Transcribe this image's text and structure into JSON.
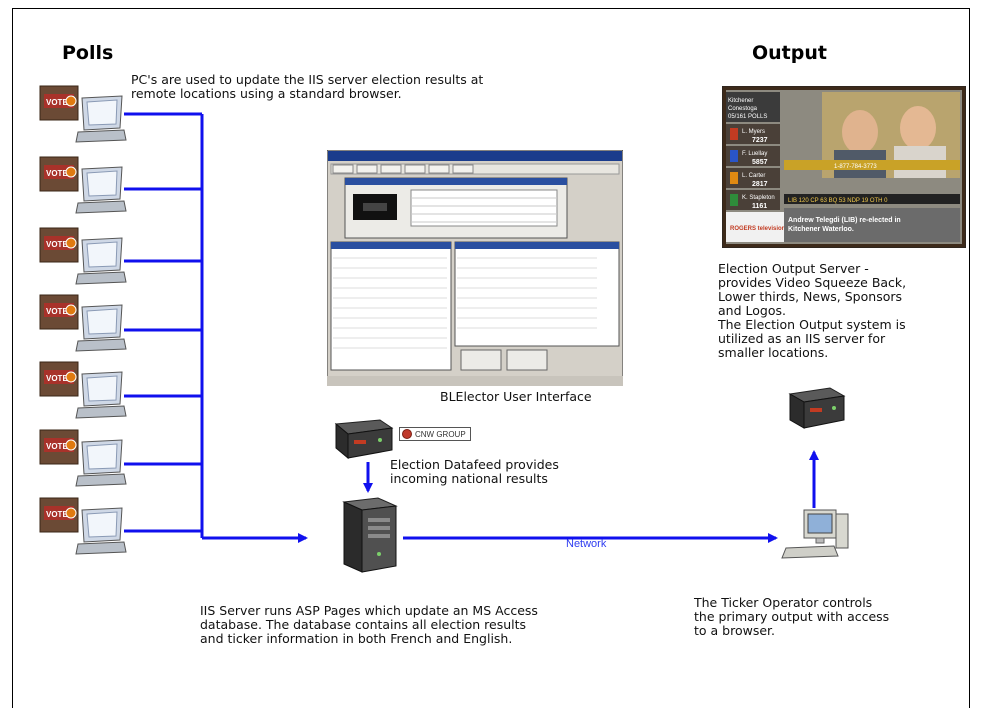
{
  "headings": {
    "polls": "Polls",
    "output": "Output"
  },
  "captions": {
    "polls_pcs": "PC's are used to update the IIS server election results at\nremote locations using a standard browser.",
    "ui_label": "BLElector User Interface",
    "datafeed": "Election Datafeed provides\nincoming national results",
    "iis_server": "IIS Server runs ASP Pages which update an MS Access\ndatabase. The database contains all election results\nand ticker information in both French and English.",
    "output_server": "Election Output Server -\nprovides Video Squeeze Back,\nLower thirds, News, Sponsors\nand Logos.\nThe Election Output system is\nutilized as an IIS server for\nsmaller locations.",
    "ticker_operator": "The Ticker Operator controls\nthe primary output with access\nto a browser."
  },
  "network_label": "Network",
  "cnw_badge": "CNW GROUP",
  "vote_logo": "VOTE",
  "tv_screen": {
    "header_lines": [
      "Kitchener",
      "Conestoga",
      "05/161 POLLS"
    ],
    "candidates": [
      {
        "name": "L. Myers",
        "votes": "7237"
      },
      {
        "name": "F. Luellay",
        "votes": "5857"
      },
      {
        "name": "L. Carter",
        "votes": "2817"
      },
      {
        "name": "K. Stapleton",
        "votes": "1161"
      }
    ],
    "ticker_row": "LIB 120  CP 63  BQ 53  NDP 19  OTH 0",
    "crawl": "Andrew Telegdi (LIB) re-elected in\nKitchener Waterloo.",
    "phone": "1-877-784-3773",
    "brand": "ROGERS television"
  },
  "colors": {
    "wire": "#1010ee",
    "arrow": "#1010ee",
    "text": "#111111",
    "net_label": "#2f3df0"
  },
  "icons": [
    "laptop-vote-icon",
    "server-box-icon",
    "tower-server-icon",
    "workstation-icon",
    "tv-screen-icon",
    "app-window-icon"
  ]
}
